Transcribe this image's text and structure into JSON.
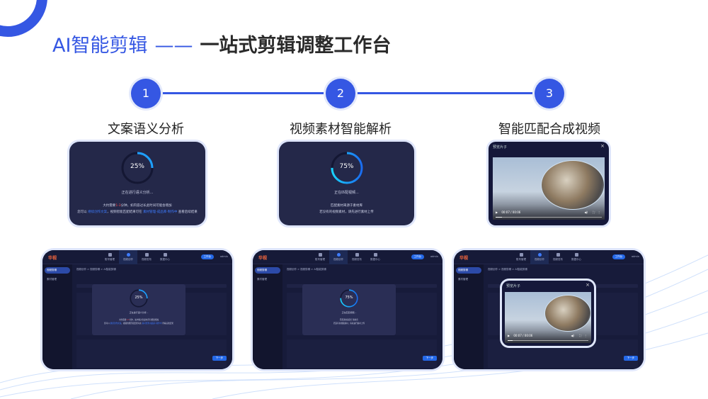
{
  "title": {
    "accent": "AI智能剪辑",
    "dash": "——",
    "main": "一站式剪辑调整工作台"
  },
  "steps": [
    {
      "num": "1",
      "label": "文案语义分析"
    },
    {
      "num": "2",
      "label": "视频素材智能解析"
    },
    {
      "num": "3",
      "label": "智能匹配合成视频"
    }
  ],
  "card1": {
    "percent": "25%",
    "progress": 0.25,
    "status": "正在进行语义分析...",
    "line1a": "大约需要",
    "line1b": "1-3",
    "line1c": "分钟，如内容过长此时间可能会增加",
    "line2a": "您可以",
    "line2b": "继续创作文案",
    "line2c": "，视频智能匹配结果可在",
    "line2d": "素材管理-成品库-制作中",
    "line2e": "查看后续结果"
  },
  "card2": {
    "percent": "75%",
    "progress": 0.75,
    "status": "正在匹配视频...",
    "line1": "匹配素材来源于素材库",
    "line2": "若没有的视频素材，请先进行素材上传"
  },
  "card3": {
    "title": "预览片子",
    "close": "×",
    "time": "00:07 / 00:06",
    "progress": 0.06
  },
  "app": {
    "logo": "华视",
    "tabs": [
      "账号管理",
      "视频创作",
      "视频发布",
      "数据中心"
    ],
    "workbench": "工作台",
    "user": "admin",
    "sidebar": [
      "视频剪辑",
      "素材管理"
    ],
    "crumb": "视频创作 > 视频剪辑 > AI智能剪辑",
    "next": "下一步"
  },
  "colors": {
    "accent": "#3557e3",
    "card": "#242849",
    "progress": "#1ea0ff"
  }
}
